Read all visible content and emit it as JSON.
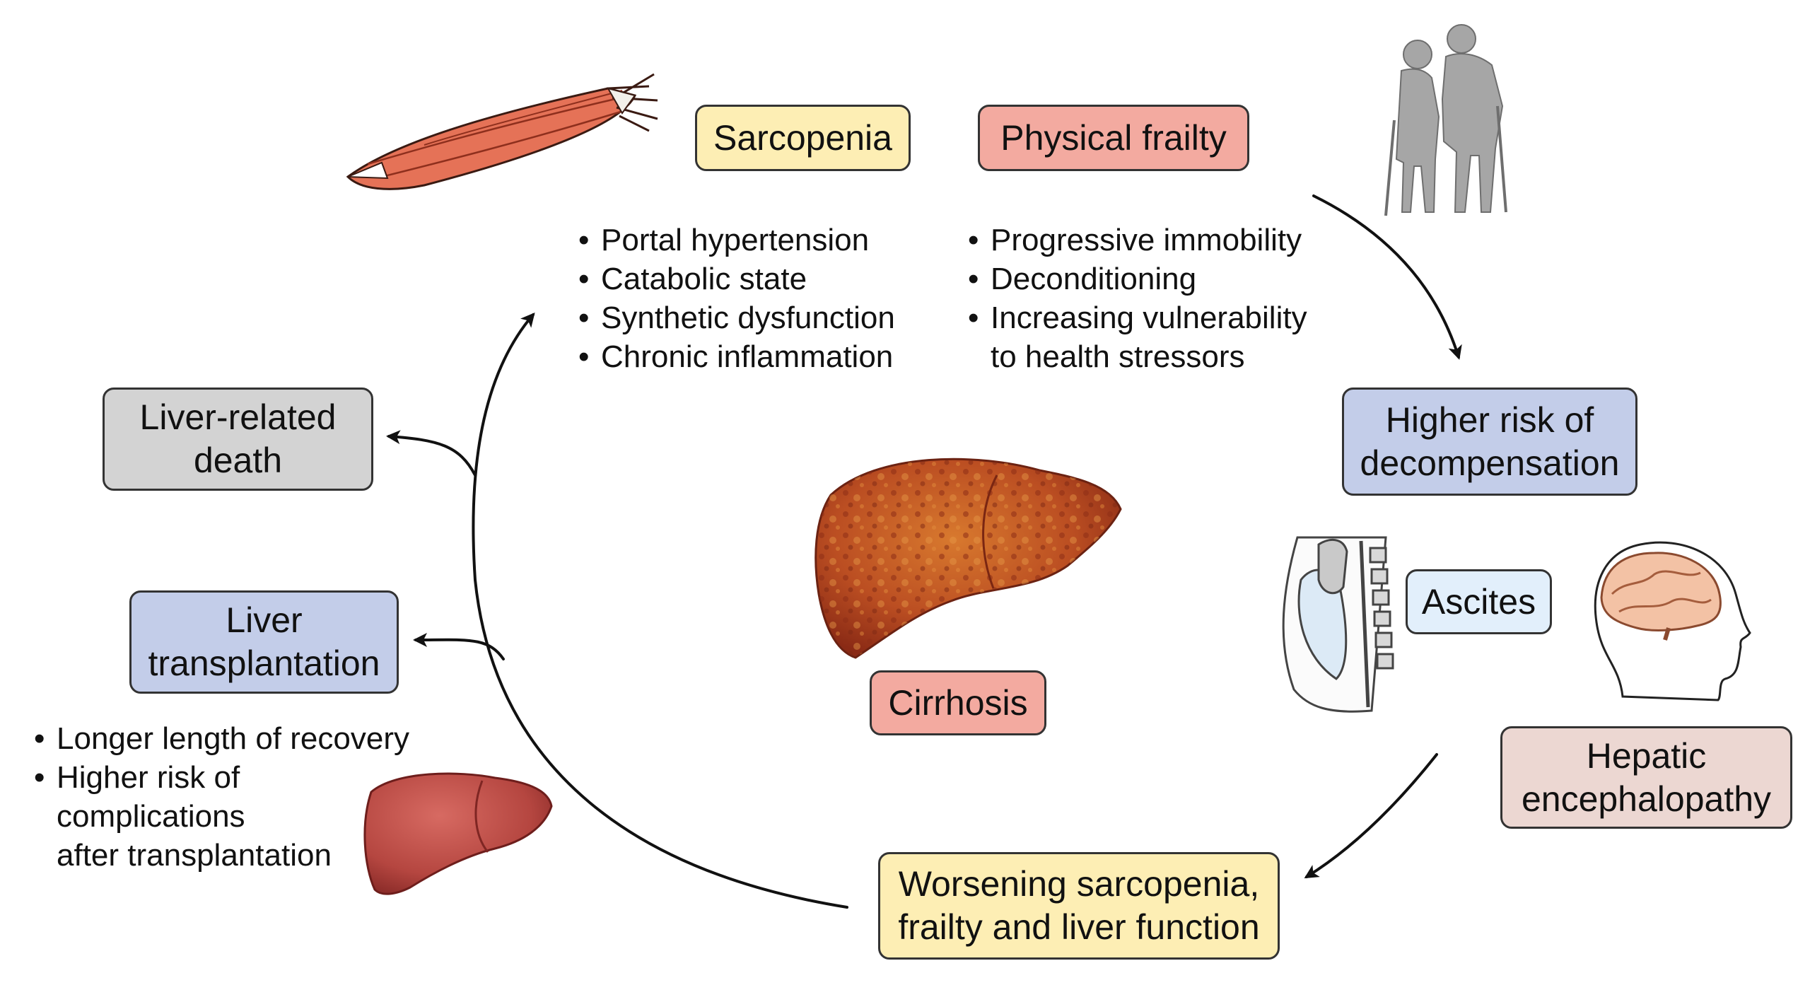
{
  "colors": {
    "yellow": "#fdeeb4",
    "red": "#f3aaa0",
    "blue": "#c3cde9",
    "gray": "#d3d3d3",
    "light_blue": "#e2effb",
    "pink": "#ecd7d2",
    "arrow": "#111111"
  },
  "icons": {
    "muscle": "muscle-icon",
    "elderly_couple": "elderly-couple-icon",
    "cirrhotic_liver": "cirrhotic-liver-icon",
    "abdomen": "abdomen-ascites-icon",
    "brain": "brain-head-icon",
    "transplant_liver": "liver-icon"
  },
  "nodes": {
    "sarcopenia": {
      "label": "Sarcopenia"
    },
    "physical_frailty": {
      "label": "Physical frailty"
    },
    "decompensation": {
      "line1": "Higher risk of",
      "line2": "decompensation"
    },
    "ascites": {
      "label": "Ascites"
    },
    "hepatic_enceph": {
      "line1": "Hepatic",
      "line2": "encephalopathy"
    },
    "worsening": {
      "line1": "Worsening sarcopenia,",
      "line2": "frailty and liver function"
    },
    "cirrhosis": {
      "label": "Cirrhosis"
    },
    "liver_death": {
      "line1": "Liver-related",
      "line2": "death"
    },
    "transplant": {
      "line1": "Liver",
      "line2": "transplantation"
    }
  },
  "bullet_marker": "•",
  "bullets": {
    "sarcopenia_causes": [
      "Portal hypertension",
      "Catabolic state",
      "Synthetic dysfunction",
      "Chronic inflammation"
    ],
    "frailty_causes": [
      "Progressive immobility",
      "Deconditioning",
      "Increasing vulnerability"
    ],
    "frailty_causes_continuation": "to health stressors",
    "transplant_outcomes": [
      "Longer length of recovery",
      "Higher risk of"
    ],
    "transplant_outcomes_continuation": [
      "complications",
      "after transplantation"
    ]
  }
}
